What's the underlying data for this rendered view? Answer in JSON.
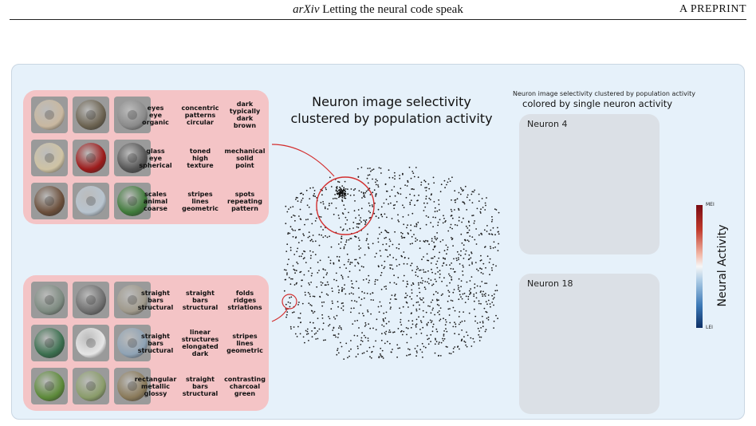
{
  "header": {
    "title_italic": "arXiv",
    "title_rest": " Letting the neural code speak",
    "right": "A PREPRINT"
  },
  "center_title": {
    "line1": "Neuron image selectivity",
    "line2": "clustered by population activity"
  },
  "right_titles": {
    "line1": "Neuron image selectivity clustered by population activity",
    "line2": "colored by single neuron activity"
  },
  "neuron_panels": [
    {
      "label": "Neuron 4"
    },
    {
      "label": "Neuron 18"
    }
  ],
  "colorbar": {
    "title": "Neural Activity",
    "top": "MEI",
    "bottom": "LEI",
    "colors": {
      "high": "#7a0b12",
      "mid": "#f6f6f6",
      "low": "#0d2f66"
    }
  },
  "cluster_top": {
    "thumbnails": [
      {
        "icon": "eye-image",
        "color": "#c9b8a0"
      },
      {
        "icon": "reptile-eye-image",
        "color": "#6b6250"
      },
      {
        "icon": "radial-pattern-image",
        "color": "#8a8a8a"
      },
      {
        "icon": "glass-eye-image",
        "color": "#cfc3a4"
      },
      {
        "icon": "red-machine-image",
        "color": "#9c1b1b"
      },
      {
        "icon": "concentric-dots-image",
        "color": "#555555"
      },
      {
        "icon": "scales-image",
        "color": "#6a4e3a"
      },
      {
        "icon": "ball-image",
        "color": "#b8c4cf"
      },
      {
        "icon": "spots-image",
        "color": "#3f7a3a"
      }
    ],
    "labels": [
      [
        "eyes",
        "eye",
        "organic"
      ],
      [
        "concentric",
        "patterns",
        "circular"
      ],
      [
        "dark",
        "typically",
        "dark",
        "brown"
      ],
      [
        "glass",
        "eye",
        "spherical"
      ],
      [
        "toned",
        "high",
        "texture"
      ],
      [
        "mechanical",
        "solid",
        "point"
      ],
      [
        "scales",
        "animal",
        "coarse"
      ],
      [
        "stripes",
        "lines",
        "geometric"
      ],
      [
        "spots",
        "repeating",
        "pattern"
      ]
    ]
  },
  "cluster_bottom": {
    "thumbnails": [
      {
        "icon": "pipes-image",
        "color": "#7d8a80"
      },
      {
        "icon": "metal-bars-image",
        "color": "#6e6e6e"
      },
      {
        "icon": "folds-image",
        "color": "#a09a8c"
      },
      {
        "icon": "train-image",
        "color": "#3a6e4e"
      },
      {
        "icon": "cross-image",
        "color": "#e6e6e6"
      },
      {
        "icon": "structure-image",
        "color": "#8fa3b5"
      },
      {
        "icon": "grass-bars-image",
        "color": "#5d8a3a"
      },
      {
        "icon": "glossy-metal-image",
        "color": "#8a9c6a"
      },
      {
        "icon": "fence-image",
        "color": "#8a7a5a"
      }
    ],
    "labels": [
      [
        "straight",
        "bars",
        "structural"
      ],
      [
        "straight",
        "bars",
        "structural"
      ],
      [
        "folds",
        "ridges",
        "striations"
      ],
      [
        "straight",
        "bars",
        "structural"
      ],
      [
        "linear",
        "structures",
        "elongated",
        "dark"
      ],
      [
        "stripes",
        "lines",
        "geometric"
      ],
      [
        "rectangular",
        "metallic",
        "glossy"
      ],
      [
        "straight",
        "bars",
        "structural"
      ],
      [
        "contrasting",
        "charcoal",
        "green"
      ]
    ]
  }
}
